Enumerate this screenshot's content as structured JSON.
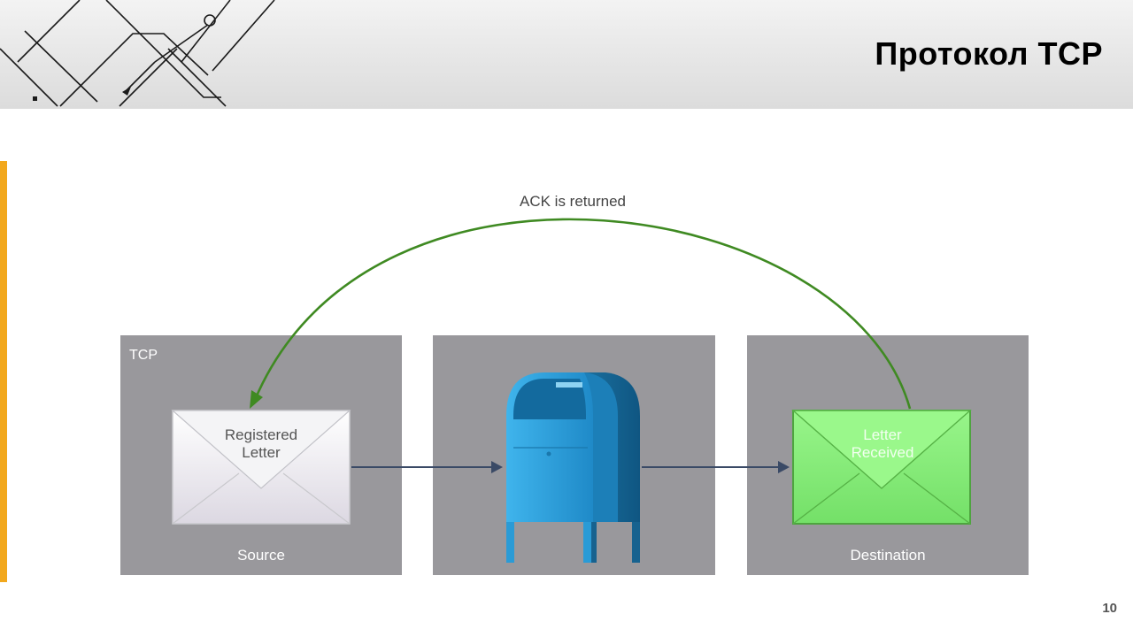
{
  "slide": {
    "title": "Протокол TCP",
    "page_number": "10"
  },
  "diagram": {
    "ack_label": "ACK is returned",
    "source_panel": {
      "tag": "TCP",
      "caption": "Source",
      "envelope_label_line1": "Registered",
      "envelope_label_line2": "Letter"
    },
    "transit_panel": {
      "icon": "mailbox-icon"
    },
    "destination_panel": {
      "caption": "Destination",
      "envelope_label_line1": "Letter",
      "envelope_label_line2": "Received"
    }
  },
  "colors": {
    "accent_bar": "#f2a81d",
    "panel_gray": "#99989c",
    "ack_arrow_green": "#3f8a22",
    "flow_arrow_navy": "#3a4a66",
    "mailbox_blue": "#2a9bd6",
    "received_envelope_green": "#86ec78"
  }
}
